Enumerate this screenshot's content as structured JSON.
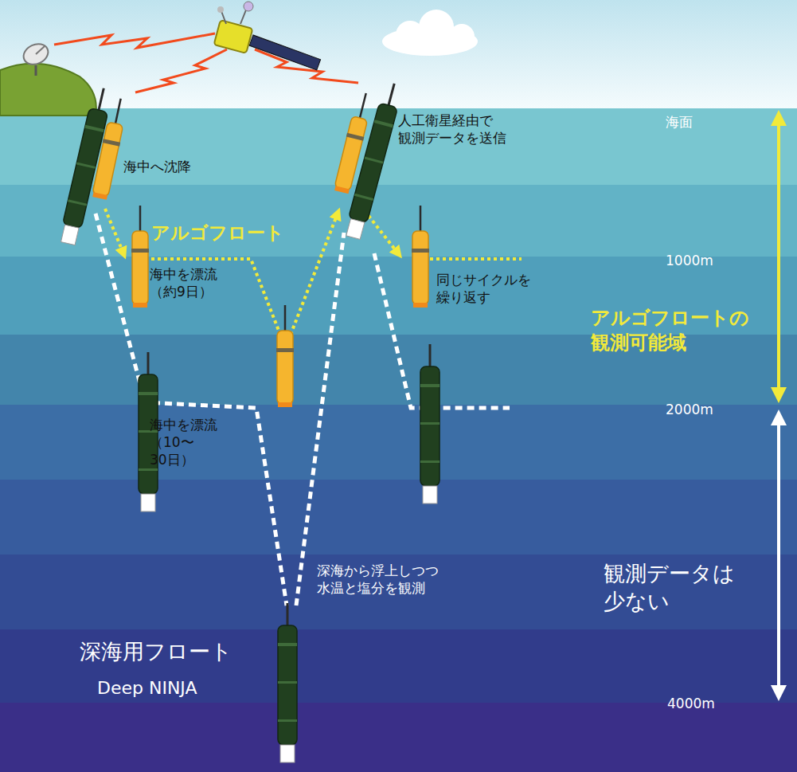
{
  "diagram": {
    "labels": [
      "海中へ沈降",
      "アルゴフロート",
      "海中を漂流 （約9日）",
      "人工衛星経由で 観測データを送信",
      "海面",
      "1000m",
      "同じサイクルを 繰り返す",
      "アルゴフロートの 観測可能域",
      "海中を漂流 （10〜30日）",
      "2000m",
      "深海から浮上しつつ 水温と塩分を観測",
      "観測データは 少ない",
      "深海用フロート",
      "Deep NINJA",
      "4000m"
    ]
  }
}
